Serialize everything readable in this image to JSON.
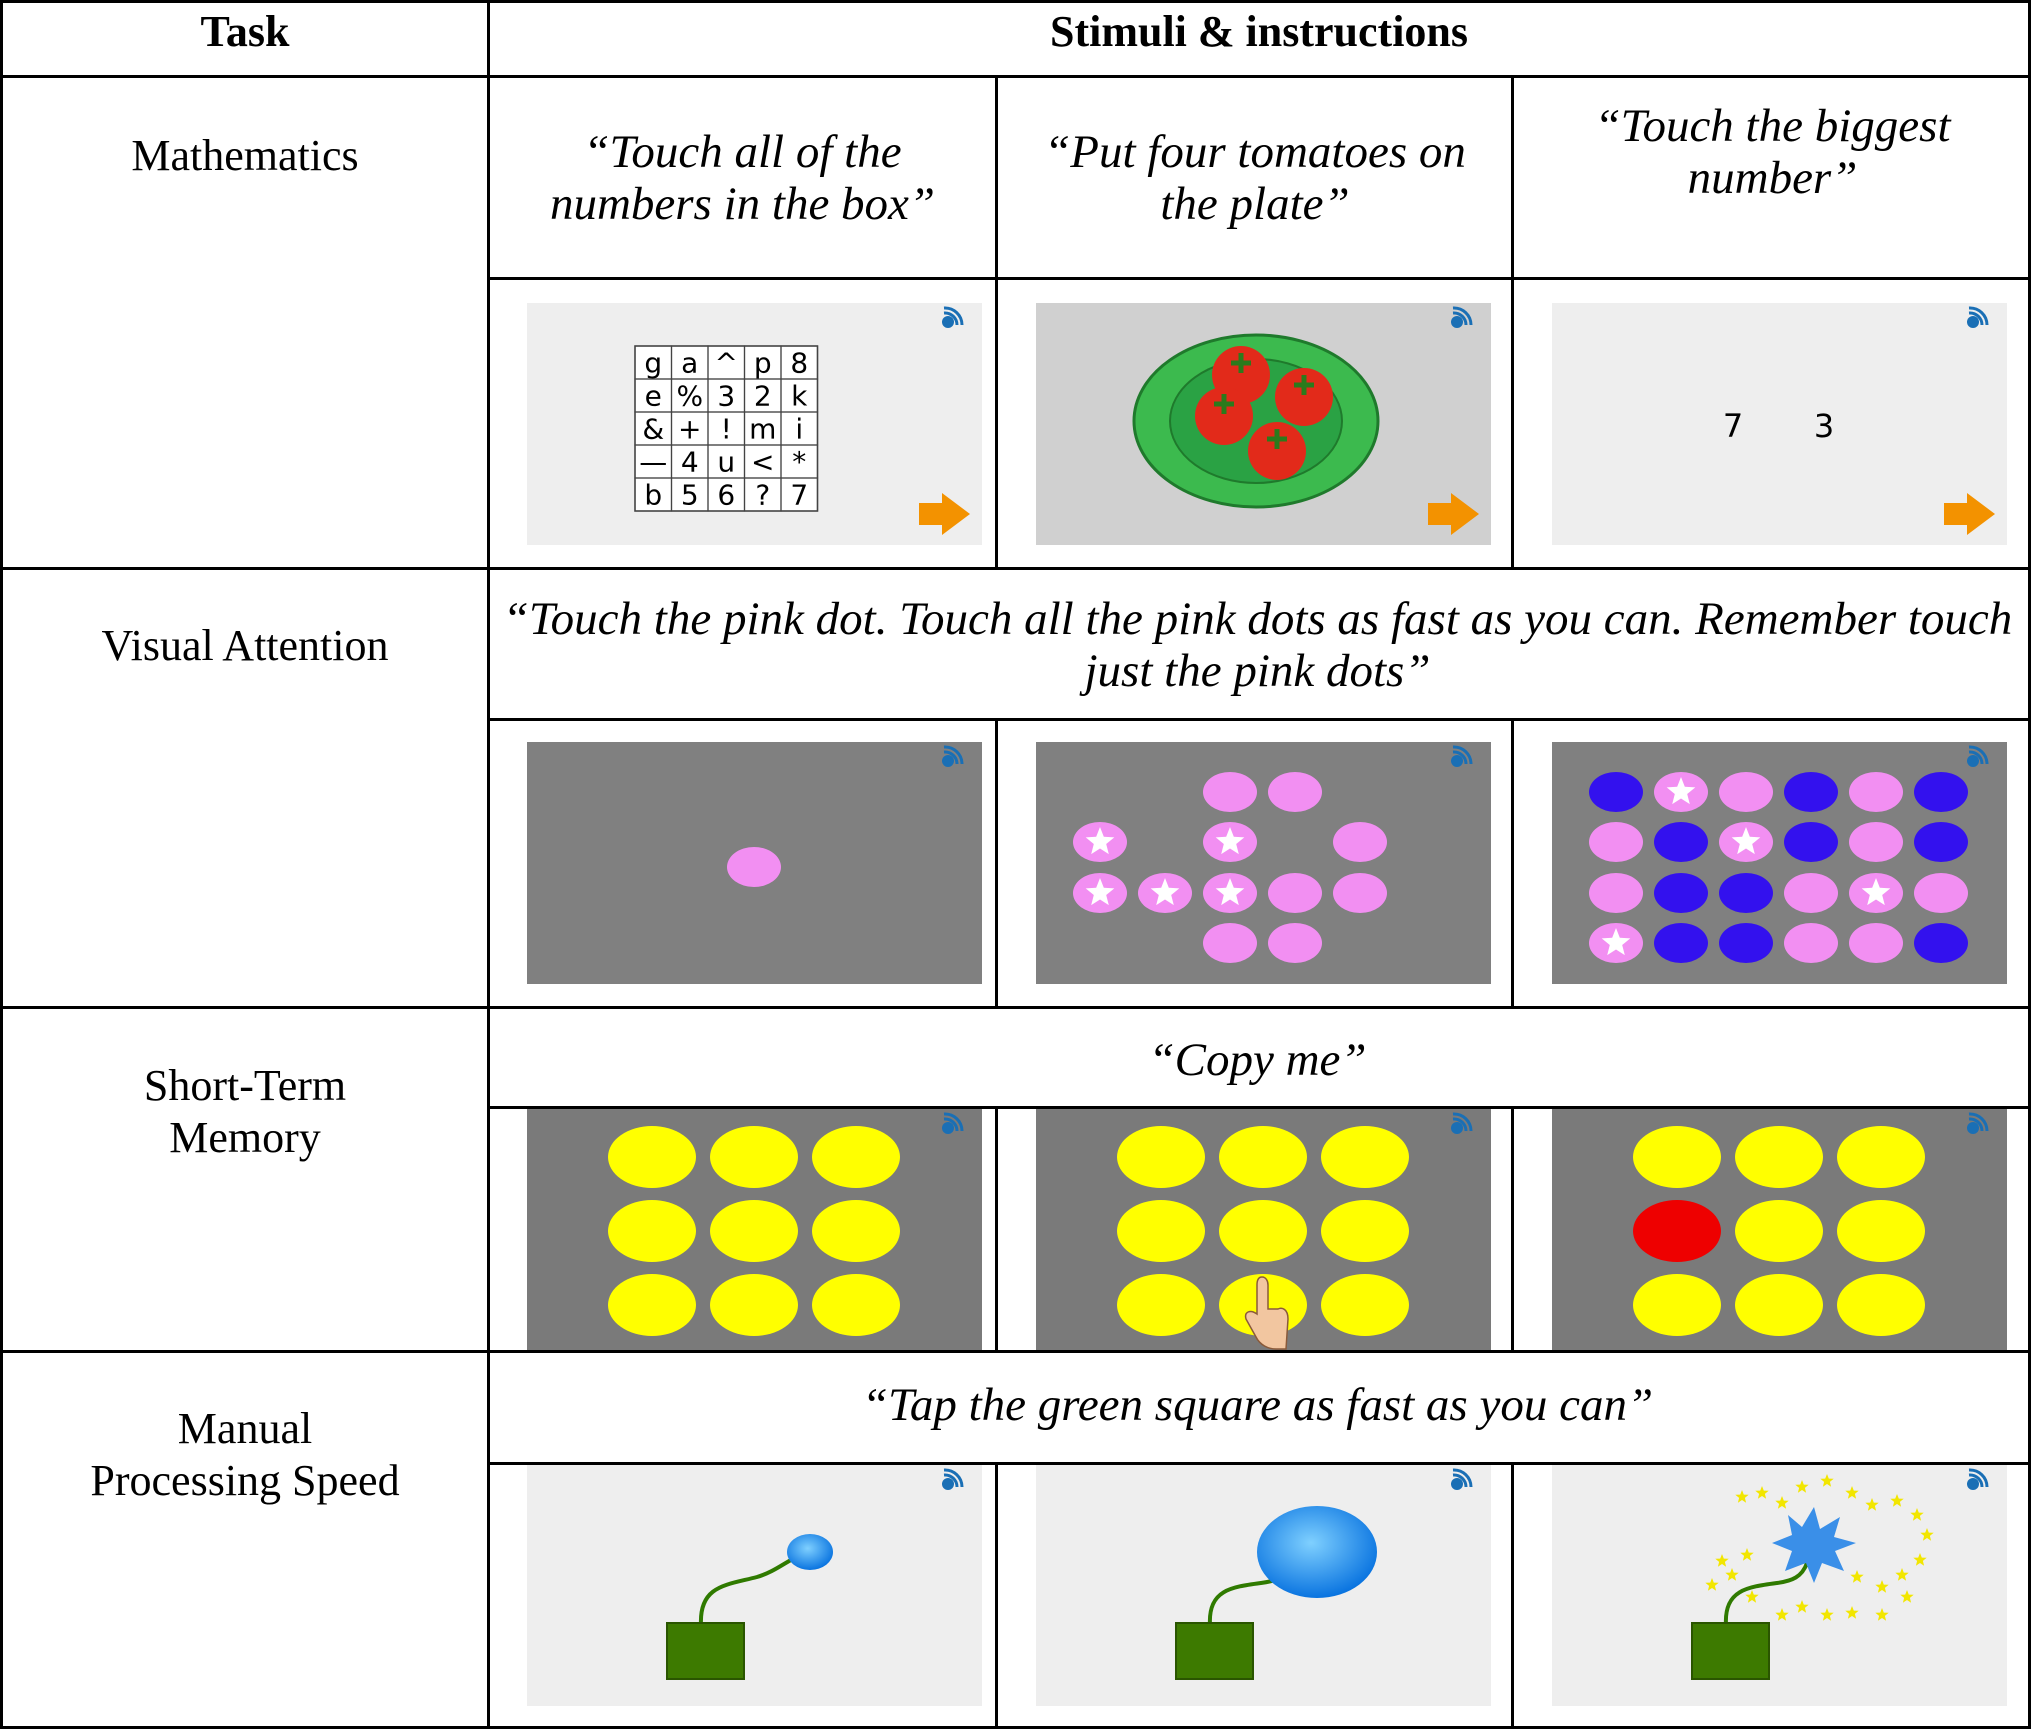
{
  "header": {
    "task": "Task",
    "stimuli": "Stimuli & instructions"
  },
  "rows": {
    "mathematics": {
      "task": "Mathematics",
      "instructions": [
        "“Touch all of the numbers in the box”",
        "“Put four tomatoes on the plate”",
        "“Touch the biggest number”"
      ],
      "grid": [
        "g",
        "a",
        "^",
        "p",
        "8",
        "e",
        "%",
        "3",
        "2",
        "k",
        "&",
        "+",
        "!",
        "m",
        "i",
        "—",
        "4",
        "u",
        "<",
        "*",
        "b",
        "5",
        "6",
        "?",
        "7"
      ],
      "numbers": [
        "7",
        "3"
      ]
    },
    "visual_attention": {
      "task": "Visual Attention",
      "instruction": "“Touch the pink dot. Touch all the pink dots as fast as you can. Remember touch just the pink dots”"
    },
    "short_term_memory": {
      "task": "Short-Term Memory",
      "instruction": "“Copy me”"
    },
    "manual_processing_speed": {
      "task": "Manual Processing Speed",
      "instruction": "“Tap the green square as fast as you can”"
    }
  },
  "colors": {
    "screen_light": "#eeeeee",
    "screen_grey": "#808080",
    "pink": "#f28ff2",
    "blue_dot": "#3311ee",
    "yellow": "#ffff00",
    "red": "#ee0000",
    "green_square": "#3d7a00",
    "arrow": "#f39200"
  },
  "icons": [
    "sound-icon",
    "next-arrow-icon"
  ]
}
